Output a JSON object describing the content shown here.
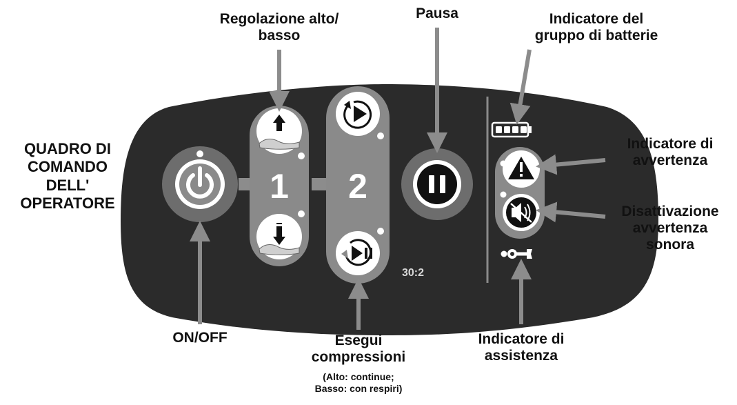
{
  "title": {
    "lines": [
      "QUADRO DI",
      "COMANDO",
      "DELL'",
      "OPERATORE"
    ]
  },
  "labels": {
    "up_down": [
      "Regolazione alto/",
      "basso"
    ],
    "pause": "Pausa",
    "battery": [
      "Indicatore del",
      "gruppo di batterie"
    ],
    "warning": [
      "Indicatore di",
      "avvertenza"
    ],
    "mute": [
      "Disattivazione",
      "avvertenza",
      "sonora"
    ],
    "onoff": "ON/OFF",
    "compressions": [
      "Esegui",
      "compressioni"
    ],
    "compressions_note": [
      "(Alto: continue;",
      "Basso: con respiri)"
    ],
    "service": [
      "Indicatore di",
      "assistenza"
    ]
  },
  "panel": {
    "step1": "1",
    "step2": "2",
    "ratio": "30:2",
    "battery_segments": 4
  },
  "colors": {
    "panel": "#2b2b2b",
    "pill": "#8a8a8a",
    "button_ring": "#6d6d6d",
    "button_face": "#ffffff",
    "arrow": "#8c8c8c",
    "text": "#111111"
  },
  "icons": [
    "power-icon",
    "arrow-up-icon",
    "arrow-down-icon",
    "continuous-compressions-icon",
    "compressions-with-breaths-icon",
    "pause-icon",
    "battery-icon",
    "warning-icon",
    "mute-icon",
    "wrench-icon"
  ]
}
